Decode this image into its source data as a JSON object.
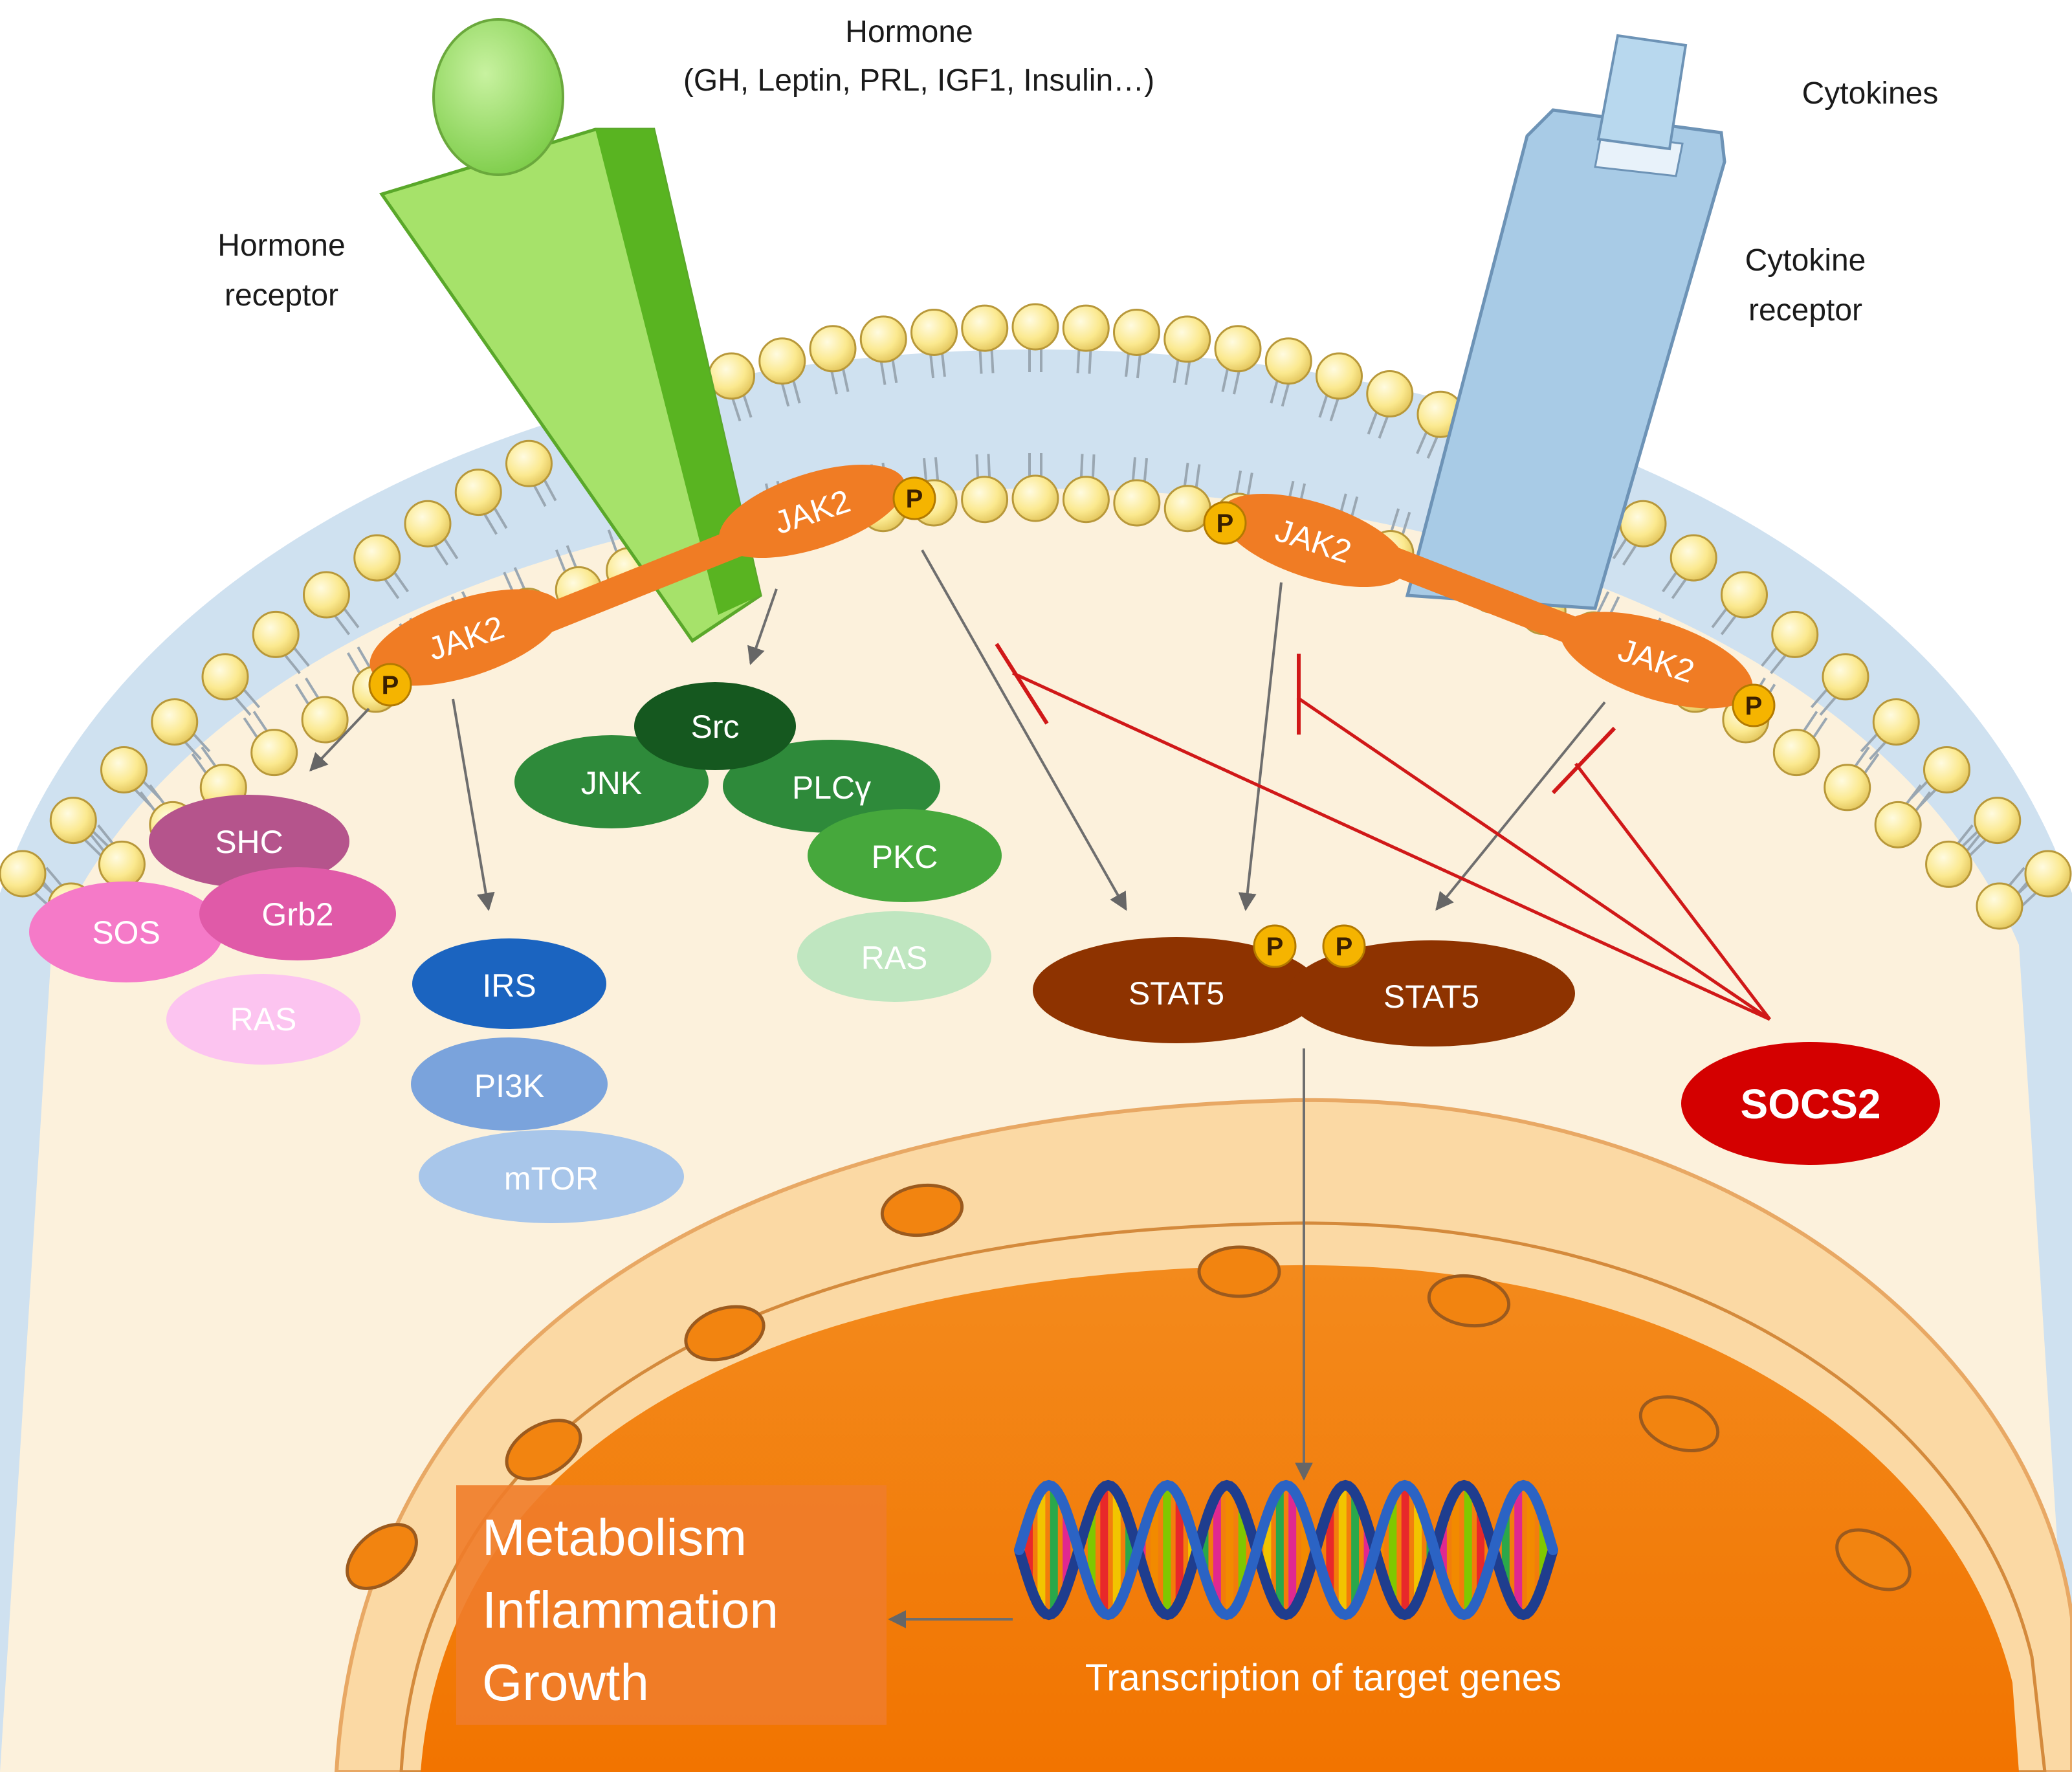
{
  "labels": {
    "hormone_title": "Hormone",
    "hormone_examples": "(GH, Leptin, PRL, IGF1, Insulin…)",
    "hormone_receptor_1": "Hormone",
    "hormone_receptor_2": "receptor",
    "cytokines": "Cytokines",
    "cytokine_receptor_1": "Cytokine",
    "cytokine_receptor_2": "receptor",
    "jak2": "JAK2",
    "p": "P",
    "shc": "SHC",
    "sos": "SOS",
    "grb2": "Grb2",
    "ras": "RAS",
    "irs": "IRS",
    "pi3k": "PI3K",
    "mtor": "mTOR",
    "src": "Src",
    "jnk": "JNK",
    "plcg": "PLCγ",
    "pkc": "PKC",
    "stat5": "STAT5",
    "socs2": "SOCS2",
    "outcome_1": "Metabolism",
    "outcome_2": "Inflammation",
    "outcome_3": "Growth",
    "transcription": "Transcription of target genes"
  },
  "colors": {
    "hormone_receptor": "#a6e26a",
    "cytokine_receptor": "#a8cbe6",
    "jak2": "#f07c24",
    "phosphate": "#f5b400",
    "stat5": "#8e3300",
    "socs2": "#d40000",
    "inhibition": "#d01818",
    "nucleus": "#f57f0a",
    "cytoplasm": "#fcf1dc"
  },
  "icons": [
    "lipid-bilayer",
    "dna-helix",
    "nuclear-pore"
  ]
}
